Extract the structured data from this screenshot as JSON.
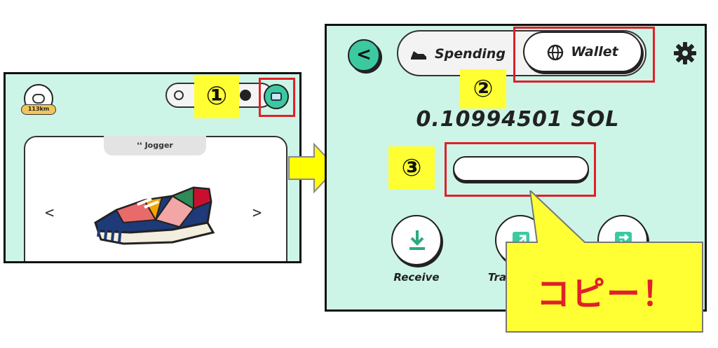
{
  "left_screen": {
    "distance_badge": "113km",
    "shoe_type_label": "Jogger",
    "prev_arrow": "<",
    "next_arrow": ">"
  },
  "right_screen": {
    "back_arrow": "<",
    "tabs": [
      {
        "label": "Spending",
        "icon": "running-shoe-icon",
        "active": false
      },
      {
        "label": "Wallet",
        "icon": "globe-icon",
        "active": true
      }
    ],
    "settings_icon": "gear-icon",
    "balance": "0.10994501 SOL",
    "wallet_address": "",
    "actions": [
      {
        "label": "Receive",
        "icon": "download-icon"
      },
      {
        "label": "Tra",
        "icon": "transfer-arrow-icon"
      },
      {
        "label": "",
        "icon": "trade-icon"
      }
    ]
  },
  "annotations": {
    "step1": "①",
    "step2": "②",
    "step3": "③",
    "callout": "コピー！",
    "highlight_color": "#e0202a",
    "marker_color": "#ffff33"
  },
  "colors": {
    "screen_bg": "#ccf5e8",
    "accent_green": "#3cc9a1"
  }
}
